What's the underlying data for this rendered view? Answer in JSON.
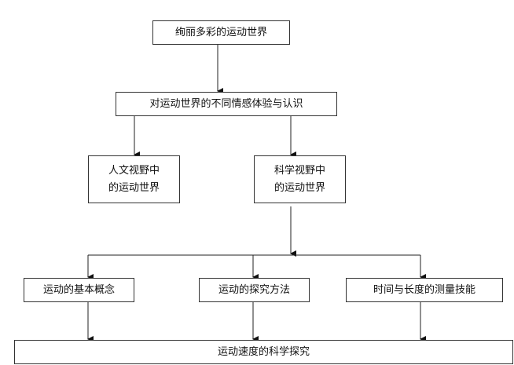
{
  "nodes": {
    "root": "绚丽多彩的运动世界",
    "experience": "对运动世界的不同情感体验与认识",
    "humanities_line1": "人文视野中",
    "humanities_line2": "的运动世界",
    "science_line1": "科学视野中",
    "science_line2": "的运动世界",
    "concepts": "运动的基本概念",
    "methods": "运动的探究方法",
    "skills": "时间与长度的测量技能",
    "speed": "运动速度的科学探究"
  }
}
